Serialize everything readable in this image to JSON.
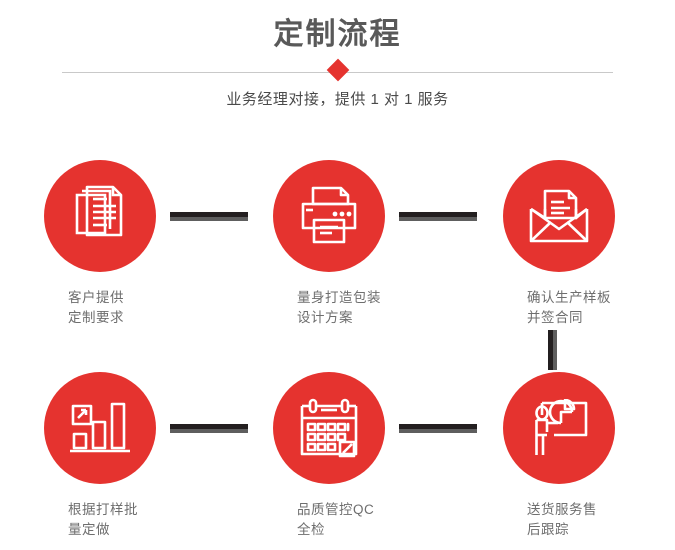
{
  "header": {
    "title": "定制流程",
    "subtitle": "业务经理对接，提供 1 对 1 服务",
    "divider_icon": "diamond-icon"
  },
  "theme": {
    "accent_red": "#e5332f",
    "title_gray": "#595959",
    "label_gray": "#6e6e6e",
    "connector_dark": "#231f20",
    "connector_light": "#5e5e5e",
    "rule_gray": "#c9c9c9",
    "background": "#ffffff"
  },
  "steps": [
    {
      "index": 1,
      "icon": "documents-stack-icon",
      "label": "客户提供\n定制要求"
    },
    {
      "index": 2,
      "icon": "printer-icon",
      "label": "量身打造包装\n设计方案"
    },
    {
      "index": 3,
      "icon": "envelope-document-icon",
      "label": "确认生产样板\n并签合同"
    },
    {
      "index": 4,
      "icon": "bar-chart-growth-icon",
      "label": "根据打样批\n量定做"
    },
    {
      "index": 5,
      "icon": "calendar-check-icon",
      "label": "品质管控QC\n全检"
    },
    {
      "index": 6,
      "icon": "presenter-pie-chart-icon",
      "label": "送货服务售\n后跟踪"
    }
  ],
  "connectors": [
    {
      "name": "connector-step1-step2",
      "orientation": "horizontal"
    },
    {
      "name": "connector-step2-step3",
      "orientation": "horizontal"
    },
    {
      "name": "connector-step3-step6",
      "orientation": "vertical"
    },
    {
      "name": "connector-step4-step5",
      "orientation": "horizontal"
    },
    {
      "name": "connector-step5-step6",
      "orientation": "horizontal"
    }
  ]
}
